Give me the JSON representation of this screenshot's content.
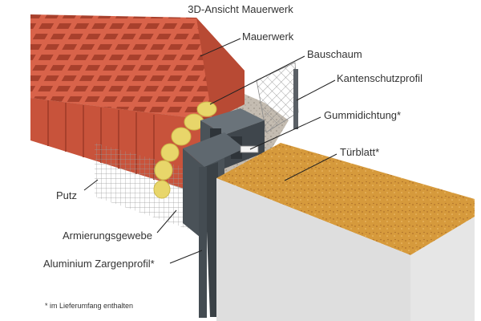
{
  "title": "3D-Ansicht Mauerwerk",
  "labels": {
    "mauerwerk": "Mauerwerk",
    "bauschaum": "Bauschaum",
    "kantenschutzprofil": "Kantenschutzprofil",
    "gummidichtung": "Gummidichtung*",
    "tuerblatt": "Türblatt*",
    "putz": "Putz",
    "armierungsgewebe": "Armierungsgewebe",
    "zargenprofil": "Aluminium Zargenprofil*"
  },
  "footnote": "* im Lieferumfang enthalten",
  "colors": {
    "brick": "#d9634a",
    "brick_dark": "#b84a34",
    "foam": "#e8d66a",
    "profile": "#4a5258",
    "door_face": "#e6e6e6",
    "door_edge": "#d69a3c",
    "plaster": "#bdb5aa"
  }
}
